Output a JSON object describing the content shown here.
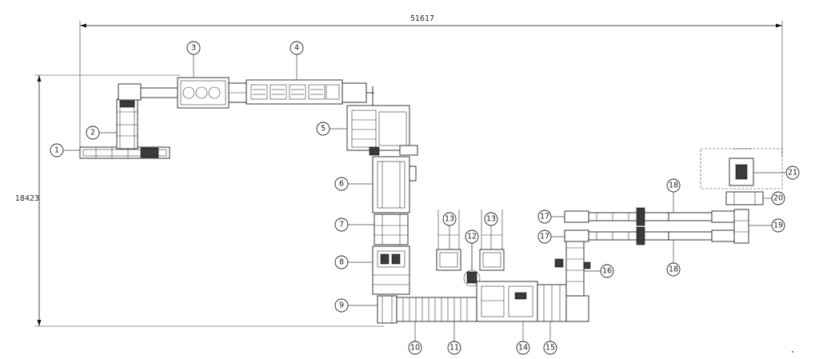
{
  "dimensions": {
    "overall_width": "51617",
    "overall_height": "18423"
  },
  "callouts": [
    "1",
    "2",
    "3",
    "4",
    "5",
    "6",
    "7",
    "8",
    "9",
    "10",
    "11",
    "12",
    "13",
    "13",
    "14",
    "15",
    "16",
    "17",
    "17",
    "18",
    "18",
    "19",
    "20",
    "21"
  ]
}
